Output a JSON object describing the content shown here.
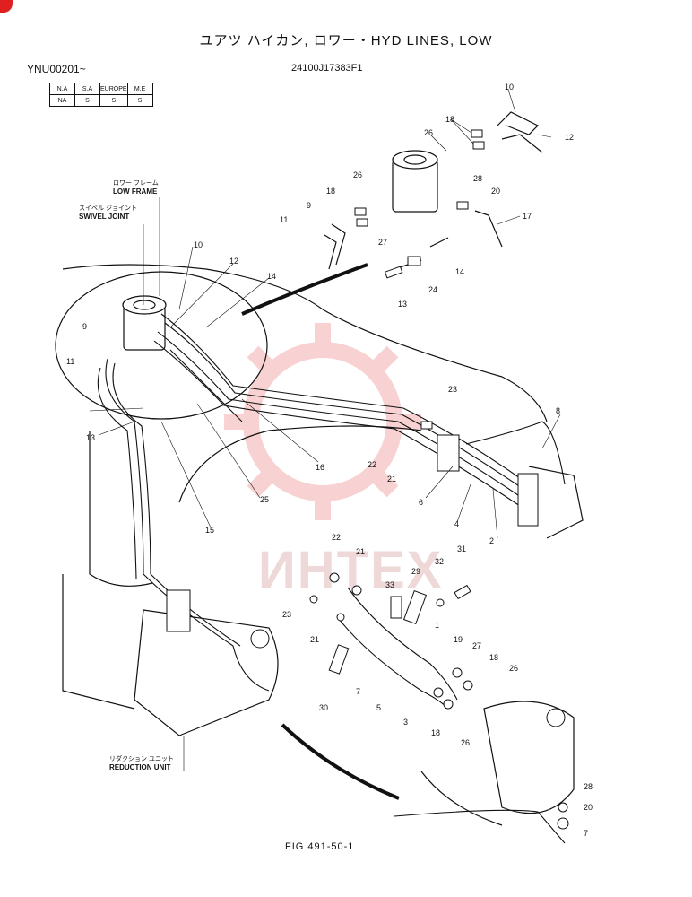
{
  "header": {
    "title": "ユアツ ハイカン, ロワー・HYD LINES, LOW",
    "serial": "YNU00201~",
    "part_number": "24100J17383F1"
  },
  "applicability": {
    "headers": [
      "N.A",
      "S.A",
      "EUROPE",
      "M.E"
    ],
    "values": [
      "NA",
      "S",
      "S",
      "S"
    ]
  },
  "labels": {
    "low_frame_jp": "ロワー フレーム",
    "low_frame_en": "LOW FRAME",
    "swivel_joint_jp": "スイベル ジョイント",
    "swivel_joint_en": "SWIVEL JOINT",
    "reduction_unit_jp": "リダクション ユニット",
    "reduction_unit_en": "REDUCTION UNIT"
  },
  "figure": "FIG 491-50-1",
  "watermark": "ИНТЕХ",
  "colors": {
    "line": "#111111",
    "watermark": "#f08080"
  },
  "callouts": [
    "10",
    "12",
    "18",
    "26",
    "26",
    "18",
    "28",
    "20",
    "9",
    "17",
    "11",
    "27",
    "14",
    "24",
    "13",
    "10",
    "12",
    "14",
    "9",
    "11",
    "13",
    "16",
    "23",
    "22",
    "21",
    "6",
    "8",
    "4",
    "2",
    "25",
    "15",
    "22",
    "21",
    "31",
    "29",
    "32",
    "33",
    "23",
    "21",
    "1",
    "19",
    "27",
    "18",
    "26",
    "7",
    "5",
    "3",
    "30",
    "18",
    "26",
    "28",
    "20",
    "7"
  ]
}
